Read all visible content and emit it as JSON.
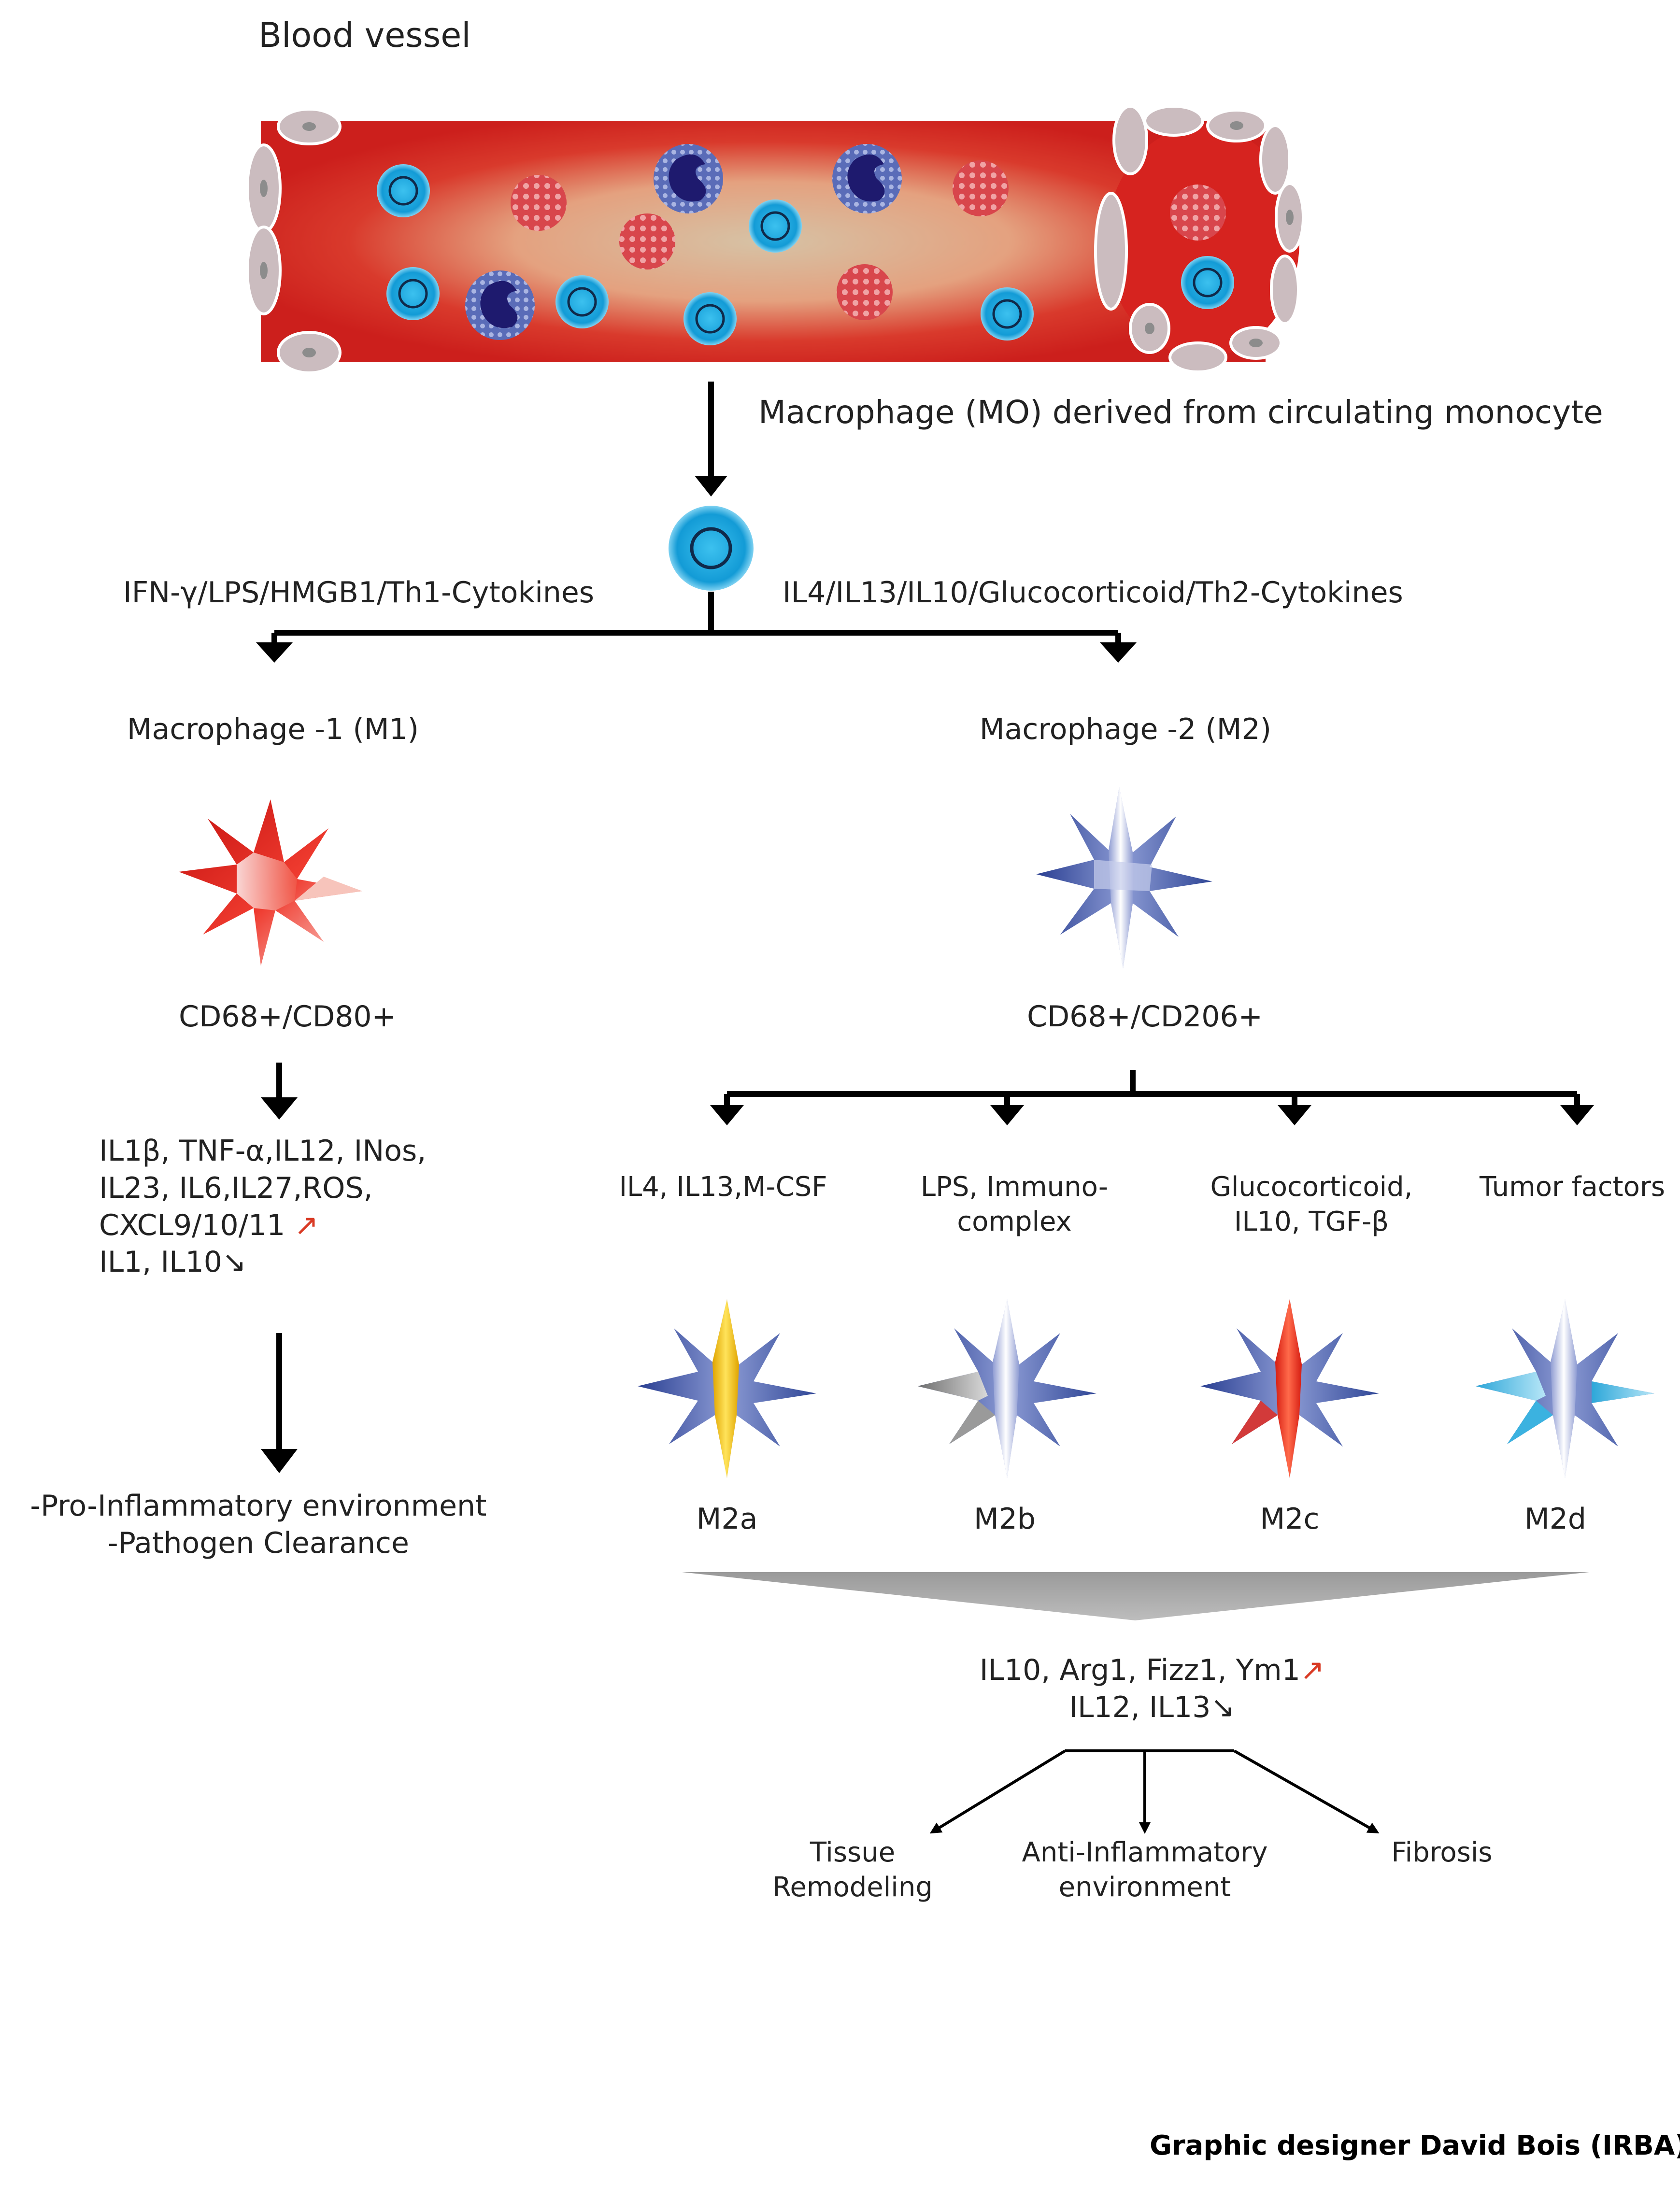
{
  "blood_vessel": {
    "title": "Blood vessel"
  },
  "step_monocyte": {
    "label": "Macrophage (MO) derived from circulating monocyte"
  },
  "branch_left_stimuli": "IFN-γ/LPS/HMGB1/Th1-Cytokines",
  "branch_right_stimuli": "IL4/IL13/IL10/Glucocorticoid/Th2-Cytokines",
  "m1": {
    "title": "Macrophage -1 (M1)",
    "markers": "CD68+/CD80+",
    "up_lines": [
      "IL1β, TNF-α,IL12, INos,",
      "IL23, IL6,IL27,ROS,",
      "CXCL9/10/11"
    ],
    "down_line": "IL1, IL10",
    "up_arrow": "↗",
    "down_arrow": "↘",
    "outcomes": [
      "-Pro-Inflammatory environment",
      "-Pathogen Clearance"
    ]
  },
  "m2": {
    "title": "Macrophage -2 (M2)",
    "markers": "CD68+/CD206+",
    "subtypes": [
      {
        "stimuli": [
          "IL4, IL13,M-CSF"
        ],
        "name": "M2a"
      },
      {
        "stimuli": [
          "LPS, Immuno-",
          "complex"
        ],
        "name": "M2b"
      },
      {
        "stimuli": [
          "Glucocorticoid,",
          "IL10, TGF-β"
        ],
        "name": "M2c"
      },
      {
        "stimuli": [
          "Tumor factors"
        ],
        "name": "M2d"
      }
    ],
    "up_line": "IL10, Arg1, Fizz1, Ym1",
    "down_line": "IL12, IL13",
    "up_arrow": "↗",
    "down_arrow": "↘",
    "outcomes": [
      {
        "lines": [
          "Tissue",
          "Remodeling"
        ]
      },
      {
        "lines": [
          "Anti-Inflammatory",
          "environment"
        ]
      },
      {
        "lines": [
          "Fibrosis"
        ]
      }
    ]
  },
  "credit": "Graphic designer David Bois (IRBA)",
  "colors": {
    "vessel_red": "#d6231f",
    "vessel_center": "#d9b89a",
    "monocyte_blue": "#1ba6dc",
    "rbc_red": "#d8464c",
    "neutrophil_purple": "#5a6cb8",
    "m1_red": "#e0261f",
    "m2_blue": "#3d56a8",
    "arrow_up_red": "#d93a24"
  },
  "icons": [
    "monocyte-icon",
    "red-blood-cell-icon",
    "neutrophil-icon",
    "endothelial-cell-icon",
    "macrophage-star-icon",
    "arrow-down-icon"
  ]
}
